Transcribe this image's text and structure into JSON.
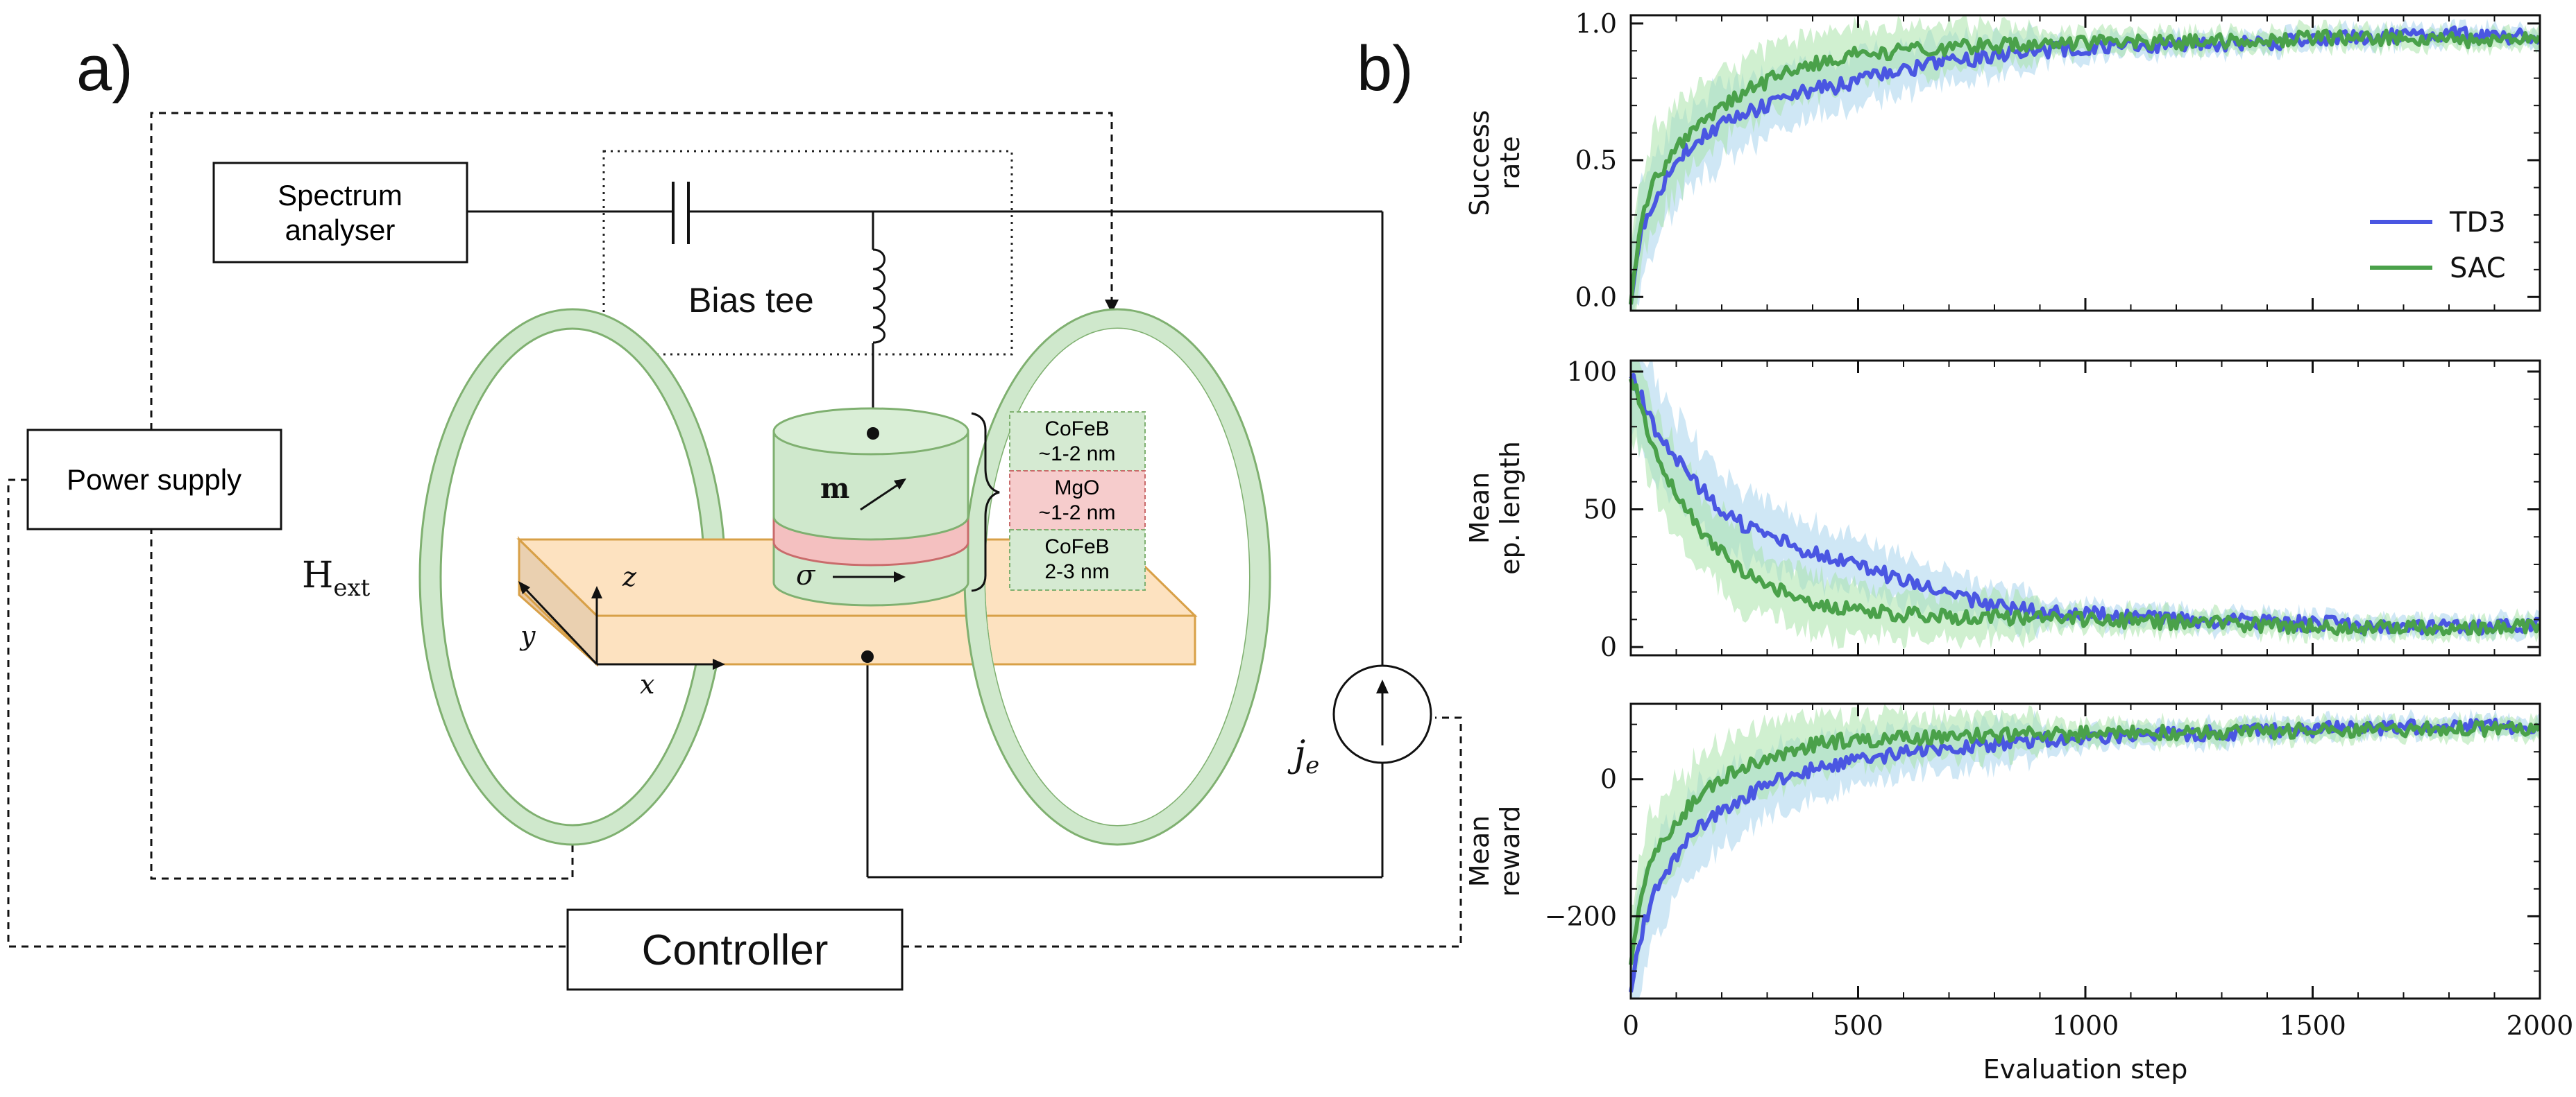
{
  "panel_labels": {
    "a": "a)",
    "b": "b)"
  },
  "diagram": {
    "spectrum_analyser": "Spectrum\nanalyser",
    "bias_tee": "Bias tee",
    "power_supply": "Power supply",
    "controller": "Controller",
    "h_ext": "H",
    "h_ext_sub": "ext",
    "m_label": "m",
    "sigma_label": "σ",
    "axis_x": "x",
    "axis_y": "y",
    "axis_z": "z",
    "je": "j",
    "je_sub": "e",
    "layers": [
      {
        "name": "CoFeB",
        "thickness": "~1-2 nm",
        "color": "#d5ead2"
      },
      {
        "name": "MgO",
        "thickness": "~1-2 nm",
        "color": "#f6cccc"
      },
      {
        "name": "CoFeB",
        "thickness": "2-3 nm",
        "color": "#d5ead2"
      }
    ],
    "colors": {
      "coil": "#cfe8cc",
      "coil_stroke": "#7fb070",
      "slab": "#fde2c0",
      "slab_stroke": "#d8a047",
      "pillar": "#cfe8cc",
      "mgo": "#f4c0c0"
    }
  },
  "chart_data": [
    {
      "type": "line",
      "ylabel": "Success\nrate",
      "xlim": [
        0,
        2000
      ],
      "ylim": [
        -0.05,
        1.03
      ],
      "yticks": [
        "0.0",
        "0.5",
        "1.0"
      ],
      "ytick_values": [
        0.0,
        0.5,
        1.0
      ],
      "x": [
        0,
        25,
        50,
        100,
        150,
        200,
        250,
        300,
        350,
        400,
        450,
        500,
        600,
        700,
        800,
        900,
        1000,
        1200,
        1400,
        1600,
        1800,
        2000
      ],
      "series": [
        {
          "name": "TD3",
          "color": "#4a56e2",
          "band": "#a8d3ec",
          "values": [
            0.0,
            0.25,
            0.35,
            0.5,
            0.58,
            0.63,
            0.67,
            0.7,
            0.73,
            0.76,
            0.77,
            0.79,
            0.83,
            0.86,
            0.88,
            0.9,
            0.91,
            0.92,
            0.93,
            0.95,
            0.96,
            0.95
          ]
        },
        {
          "name": "SAC",
          "color": "#4aa14a",
          "band": "#a9e4a9",
          "values": [
            0.0,
            0.28,
            0.42,
            0.55,
            0.63,
            0.7,
            0.75,
            0.79,
            0.82,
            0.85,
            0.87,
            0.89,
            0.9,
            0.91,
            0.92,
            0.92,
            0.93,
            0.93,
            0.94,
            0.95,
            0.94,
            0.94
          ]
        }
      ],
      "legend_position": "center-right"
    },
    {
      "type": "line",
      "ylabel": "Mean\nep. length",
      "xlim": [
        0,
        2000
      ],
      "ylim": [
        -3,
        104
      ],
      "yticks": [
        "0",
        "50",
        "100"
      ],
      "ytick_values": [
        0,
        50,
        100
      ],
      "x": [
        0,
        25,
        50,
        100,
        150,
        200,
        250,
        300,
        350,
        400,
        450,
        500,
        600,
        700,
        800,
        900,
        1000,
        1200,
        1400,
        1600,
        1800,
        2000
      ],
      "series": [
        {
          "name": "TD3",
          "color": "#4a56e2",
          "band": "#a8d3ec",
          "values": [
            100,
            90,
            80,
            68,
            58,
            50,
            44,
            40,
            37,
            34,
            32,
            30,
            24,
            19,
            15,
            13,
            12,
            10,
            9,
            8,
            7,
            8
          ]
        },
        {
          "name": "SAC",
          "color": "#4aa14a",
          "band": "#a9e4a9",
          "values": [
            100,
            85,
            72,
            55,
            43,
            34,
            27,
            22,
            19,
            16,
            15,
            13,
            12,
            11,
            11,
            10,
            10,
            9,
            8,
            7,
            7,
            8
          ]
        }
      ]
    },
    {
      "type": "line",
      "ylabel": "Mean\nreward",
      "xlabel": "Evaluation step",
      "xlim": [
        0,
        2000
      ],
      "ylim": [
        -320,
        110
      ],
      "yticks": [
        "−200",
        "0"
      ],
      "ytick_values": [
        -200,
        0
      ],
      "xticks": [
        "0",
        "500",
        "1000",
        "1500",
        "2000"
      ],
      "xtick_values": [
        0,
        500,
        1000,
        1500,
        2000
      ],
      "x": [
        0,
        25,
        50,
        100,
        150,
        200,
        250,
        300,
        350,
        400,
        450,
        500,
        600,
        700,
        800,
        900,
        1000,
        1200,
        1400,
        1600,
        1800,
        2000
      ],
      "series": [
        {
          "name": "TD3",
          "color": "#4a56e2",
          "band": "#a8d3ec",
          "values": [
            -300,
            -220,
            -170,
            -110,
            -70,
            -45,
            -25,
            -10,
            5,
            15,
            22,
            28,
            38,
            45,
            52,
            57,
            60,
            65,
            70,
            75,
            78,
            75
          ]
        },
        {
          "name": "SAC",
          "color": "#4aa14a",
          "band": "#a9e4a9",
          "values": [
            -260,
            -170,
            -110,
            -60,
            -25,
            0,
            18,
            30,
            42,
            50,
            55,
            58,
            60,
            62,
            64,
            65,
            66,
            68,
            70,
            72,
            74,
            73
          ]
        }
      ]
    }
  ]
}
